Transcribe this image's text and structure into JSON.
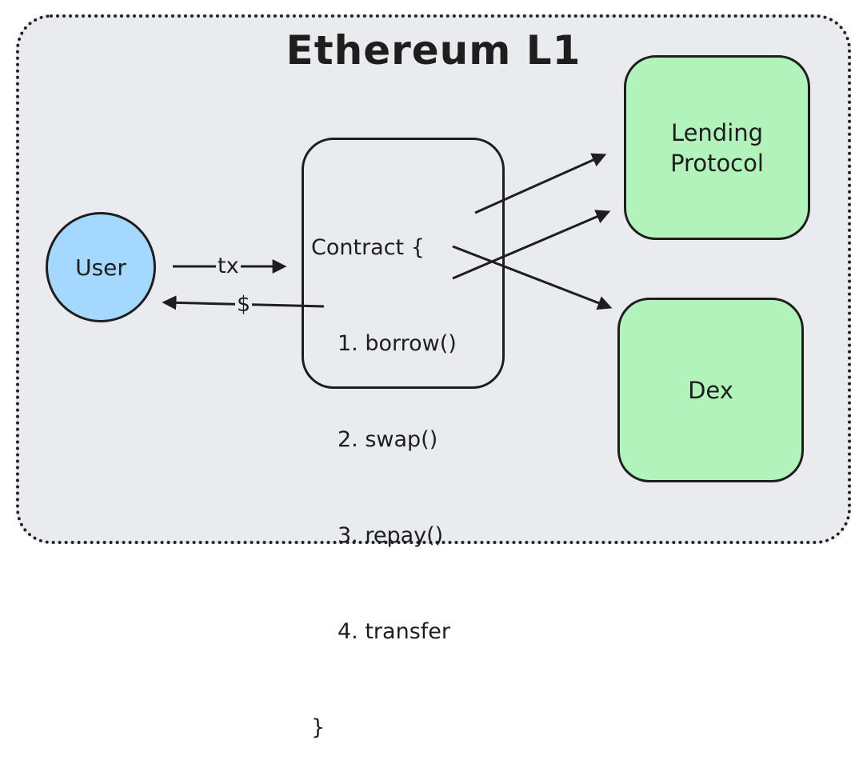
{
  "diagram": {
    "title": "Ethereum L1",
    "nodes": {
      "user": "User",
      "lending": "Lending\nProtocol",
      "dex": "Dex"
    },
    "contract": {
      "header": "Contract {",
      "lines": [
        "1. borrow()",
        "2. swap()",
        "3. repay()",
        "4. transfer"
      ],
      "footer": "}"
    },
    "edges": {
      "tx": "tx",
      "dollar": "$"
    },
    "colors": {
      "background": "#e9ebee",
      "user_fill": "#a5d8ff",
      "box_fill": "#b2f2bb",
      "stroke": "#1e1e1e"
    }
  }
}
